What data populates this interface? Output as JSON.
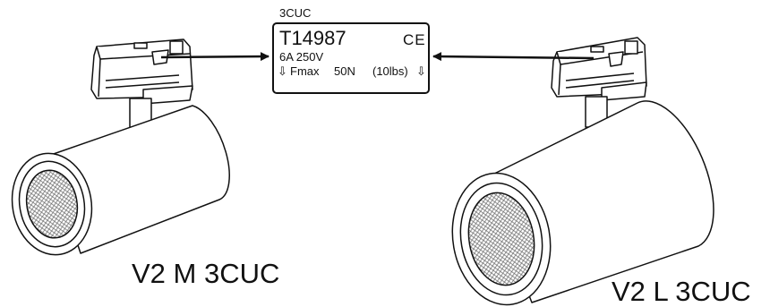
{
  "label": {
    "header": "3CUC",
    "code": "T14987",
    "mark": "CE",
    "rating": "6A  250V",
    "force_name": "Fmax",
    "force_value": "50N",
    "force_imperial": "(10lbs)",
    "down_arrow": "⇩"
  },
  "products": [
    {
      "name": "V2 M 3CUC"
    },
    {
      "name": "V2 L 3CUC"
    }
  ]
}
